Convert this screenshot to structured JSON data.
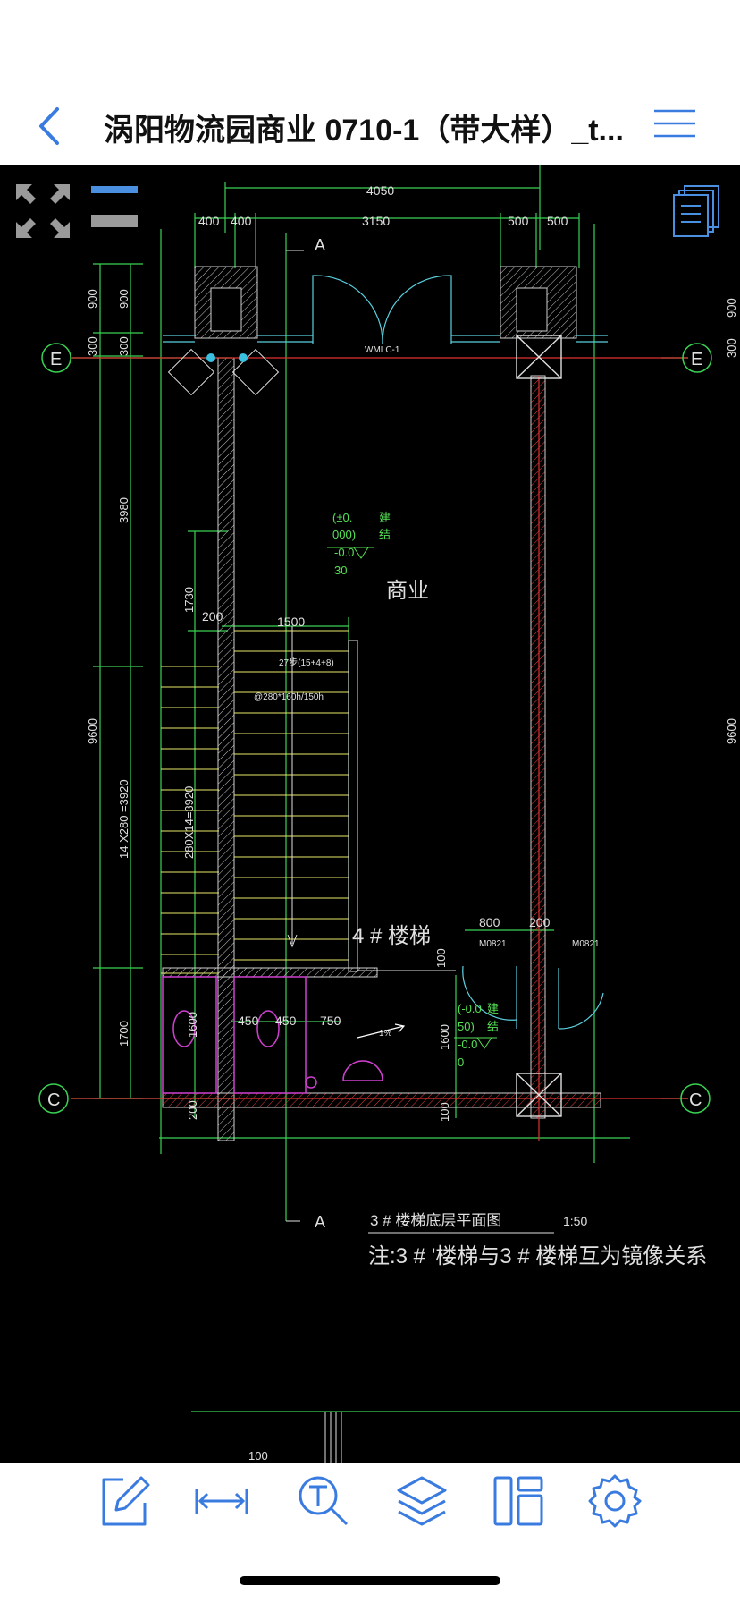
{
  "header": {
    "title": "涡阳物流园商业 0710-1（带大样）_t..."
  },
  "drawing": {
    "dims_top": [
      "4050",
      "400",
      "400",
      "3150",
      "500",
      "500"
    ],
    "dims_left": [
      "900",
      "900",
      "300",
      "300",
      "3980",
      "1730",
      "9600",
      "14 X280 =3920",
      "280X14=3920",
      "1700",
      "1600",
      "200"
    ],
    "dims_right": [
      "900",
      "300",
      "9600"
    ],
    "axis_e": "E",
    "axis_c": "C",
    "section_a": "A",
    "door_wmlc": "WMLC-1",
    "elev_1": "(±0.",
    "elev_1b": "000)",
    "elev_1c": "-0.0",
    "elev_1d": "30",
    "elev_jian": "建",
    "elev_jie": "结",
    "room_label": "商业",
    "stair_dim_1500": "1500",
    "stair_dim_200": "200",
    "stair_note1": "27步(15+4+8)",
    "stair_note2": "@280*160h/150h",
    "stair_label": "4 # 楼梯",
    "dim_800": "800",
    "dim_200b": "200",
    "door_m0821a": "M0821",
    "door_m0821b": "M0821",
    "dim_100": "100",
    "dim_450a": "450",
    "dim_450b": "450",
    "dim_750": "750",
    "dim_1600": "1600",
    "dim_100b": "100",
    "elev_2": "(-0.0",
    "elev_2b": "50)",
    "elev_2c": "-0.0",
    "elev_2d": "0",
    "slope": "1%",
    "plan_title": "3 # 楼梯底层平面图",
    "plan_scale": "1:50",
    "plan_note": "注:3 # '楼梯与3 # 楼梯互为镜像关系",
    "dim_bottom_100": "100"
  }
}
